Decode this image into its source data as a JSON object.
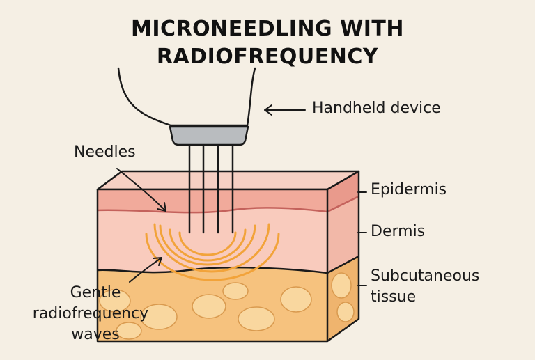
{
  "title": {
    "line1": "MICRONEEDLING WITH",
    "line2": "RADIOFREQUENCY"
  },
  "labels": {
    "handheld_device": "Handheld device",
    "needles": "Needles",
    "epidermis": "Epidermis",
    "dermis": "Dermis",
    "subcutaneous_line1": "Subcutaneous",
    "subcutaneous_line2": "tissue",
    "waves_line1": "Gentle",
    "waves_line2": "radiofrequency",
    "waves_line3": "waves"
  },
  "colors": {
    "background": "#f5efe4",
    "epidermis": "#f1aa9b",
    "dermis": "#f9cbbd",
    "subcutaneous": "#f6c27e",
    "fat_cells": "#f9d79f",
    "needle_head": "#b9bcbf",
    "waves": "#f2a33a",
    "outline": "#1a1a1a",
    "skin_line": "#c4625c"
  }
}
